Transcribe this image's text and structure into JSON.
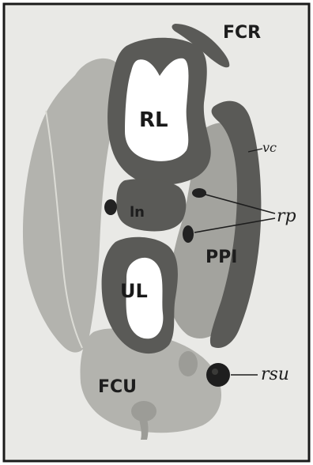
{
  "figure": {
    "colors": {
      "background": "#e9e9e6",
      "frame": "#1a1a1a",
      "muscle_light": "#b3b3ae",
      "muscle_mid": "#9c9c97",
      "tissue_dark": "#5a5a57",
      "cavity": "#ffffff",
      "vessel": "#222222"
    },
    "labels": {
      "fcr": "FCR",
      "rl": "RL",
      "vc": "vc",
      "rp": "rp",
      "ln": "ln",
      "ppi": "PPI",
      "ul": "UL",
      "fcu": "FCU",
      "rsu": "rsu"
    }
  }
}
